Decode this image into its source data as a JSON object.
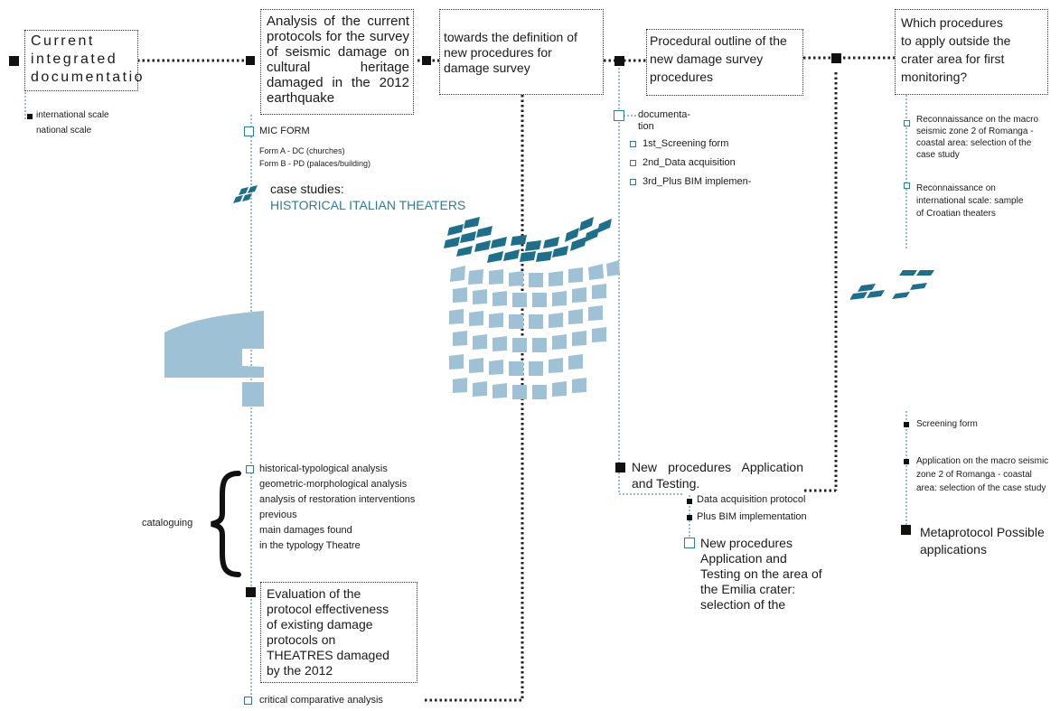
{
  "colors": {
    "accent": "#2e7d96",
    "tile_dark": "#1f6f8b",
    "tile_light": "#9fc1d6",
    "line": "#333333"
  },
  "boxes": {
    "current": "Current integrated documentatio",
    "analysis": "Analysis of the current protocols for the survey of seismic damage on cultural heritage damaged in the 2012 earthquake",
    "towards": "towards the definition of new procedures for damage survey",
    "outline": "Procedural outline of the new damage survey procedures",
    "which": "Which procedures to apply outside the crater area for first monitoring?",
    "evaluation": "Evaluation of the protocol effectiveness of existing damage protocols on THEATRES damaged by the 2012"
  },
  "col1": {
    "international": "international scale",
    "national": "national scale"
  },
  "col2": {
    "mic": "MIC FORM",
    "form_a": "Form A - DC (churches)",
    "form_b": "Form B - PD (palaces/building)",
    "case_label": "case studies:",
    "case_title": "HISTORICAL ITALIAN THEATERS",
    "catalog": [
      "historical-typological analysis",
      "geometric-morphological analysis",
      "analysis of restoration interventions",
      "previous",
      "main damages found",
      "in the typology Theatre"
    ],
    "cataloguing": "cataloguing",
    "critical": "critical comparative analysis"
  },
  "col4": {
    "documentation": "documenta-\ntion",
    "step1": "1st_Screening form",
    "step2": "2nd_Data acquisition",
    "step3": "3rd_Plus BIM implemen-",
    "new_proc": "New procedures Application and Testing.",
    "data_acq": "Data acquisition protocol",
    "plus_bim": "Plus BIM implementation",
    "new_proc2": "New procedures Application and Testing on the area of the Emilia crater: selection of the"
  },
  "col5": {
    "recon1": "Reconnaissance on the macro seismic zone 2 of Romanga - coastal area: selection of the case study",
    "recon2": "Reconnaissance on international scale: sample of Croatian theaters",
    "screening": "Screening form",
    "application": "Application on the macro seismic zone 2 of Romanga - coastal area: selection of the case study",
    "meta": "Metaprotocol Possible applications"
  }
}
